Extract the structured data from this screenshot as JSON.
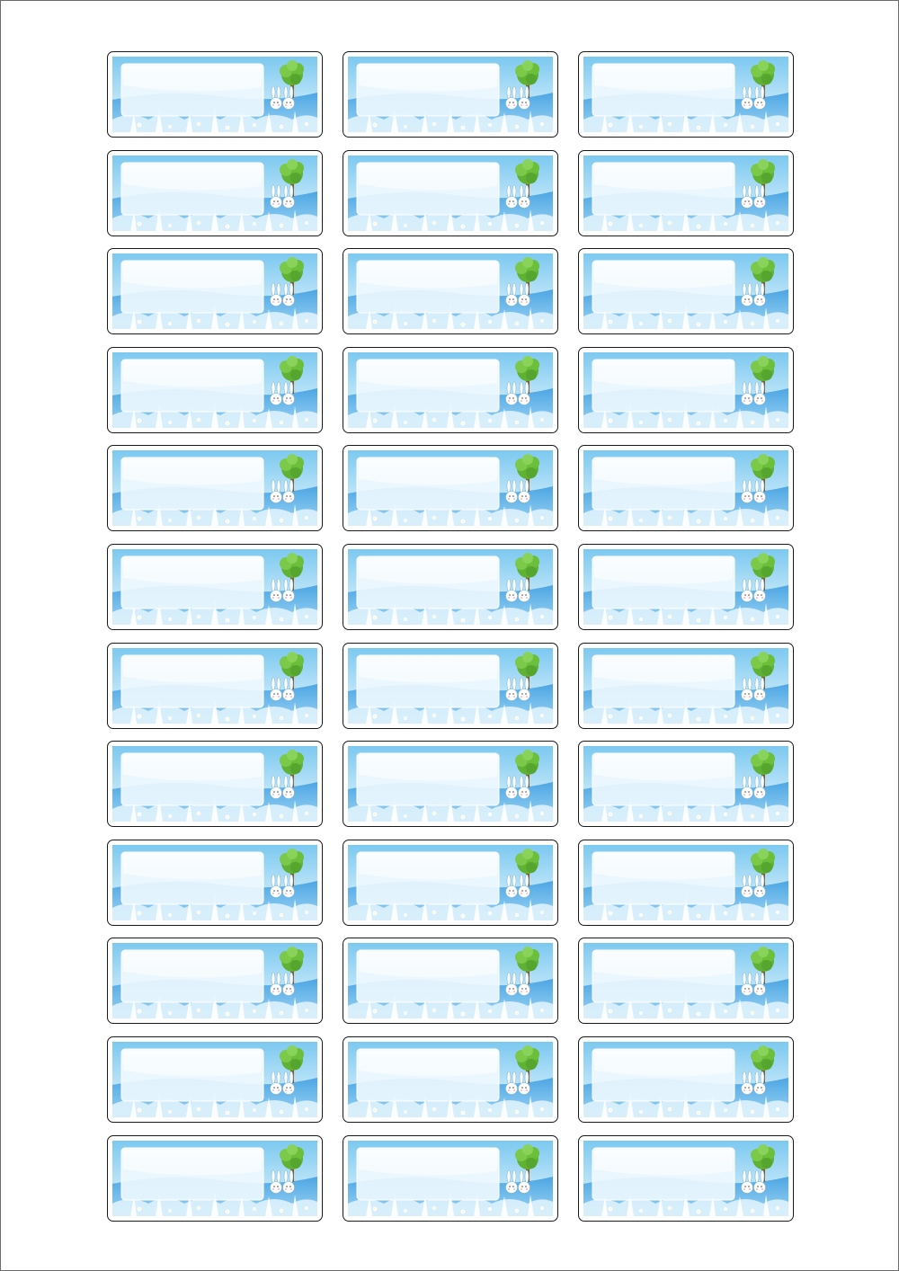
{
  "sheet": {
    "columns": 3,
    "rows": 12,
    "label_count": 36,
    "label_text": "",
    "colors": {
      "sky_top": "#8fd0f2",
      "sky_bottom": "#d9f1fc",
      "meadow": "#3d9fe0",
      "meadow_light": "#bfe4f7",
      "tree_leaves": "#6cbf3a",
      "tree_trunk": "#8a5a2b",
      "label_border": "#1a1a1a"
    },
    "icons": [
      "tree-icon",
      "bunny-icon",
      "flower-icon"
    ]
  }
}
